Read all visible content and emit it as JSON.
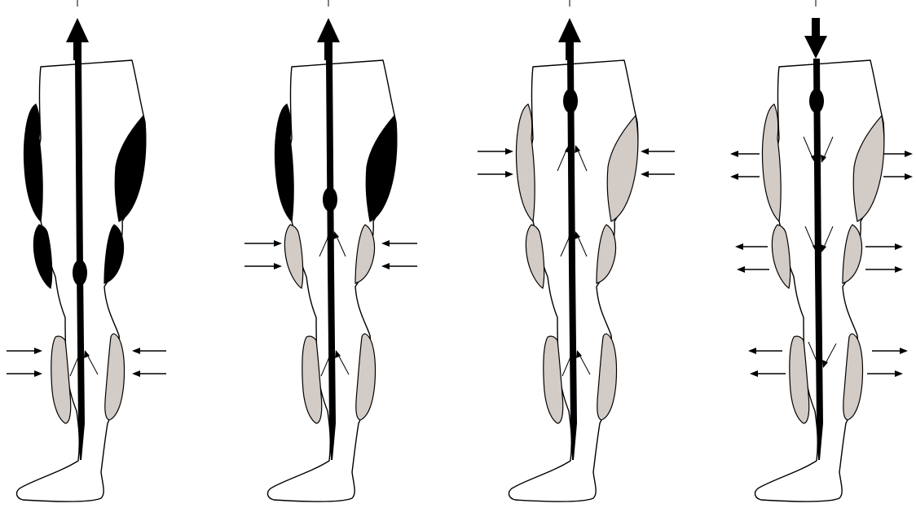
{
  "diagram": {
    "panel_count": 4,
    "colors": {
      "outline": "#000000",
      "vein": "#000000",
      "filled_muscle": "#000000",
      "compressed_muscle": "#d3cbc6",
      "background": "#ffffff"
    },
    "panels": [
      {
        "id": "panel-1",
        "main_flow_arrow": "up",
        "compression_arrows": "inward",
        "compressed_region": "calf",
        "filled_regions": [
          "thigh",
          "knee"
        ],
        "valve_location": "knee"
      },
      {
        "id": "panel-2",
        "main_flow_arrow": "up",
        "compression_arrows": "inward",
        "compressed_region": "knee",
        "filled_regions": [
          "thigh"
        ],
        "valve_location": "lower-thigh"
      },
      {
        "id": "panel-3",
        "main_flow_arrow": "up",
        "compression_arrows": "inward",
        "compressed_region": "thigh",
        "filled_regions": [],
        "valve_location": "upper-thigh"
      },
      {
        "id": "panel-4",
        "main_flow_arrow": "down",
        "compression_arrows": "outward",
        "compressed_region": "none",
        "filled_regions": [],
        "valve_location": "upper-thigh"
      }
    ]
  }
}
